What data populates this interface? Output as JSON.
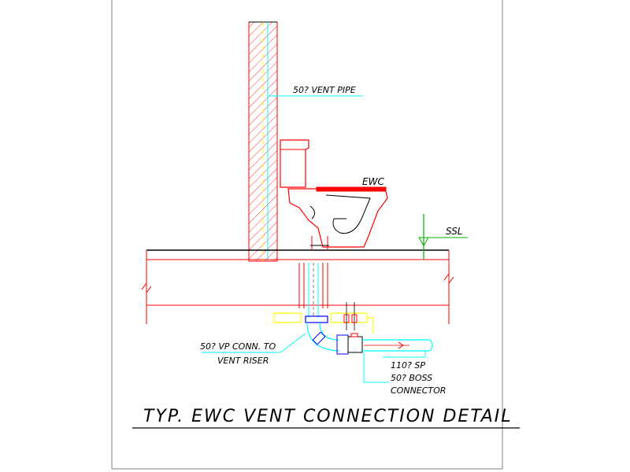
{
  "labels": {
    "vent_pipe": "50? VENT PIPE",
    "ewc": "EWC",
    "ssl": "SSL",
    "vp_conn_line1": "50? VP CONN. TO",
    "vp_conn_line2": "VENT RISER",
    "sp": "110? SP",
    "boss_line1": "50? BOSS",
    "boss_line2": "CONNECTOR"
  },
  "title": "TYP. EWC VENT CONNECTION DETAIL",
  "colors": {
    "red": "#ff0000",
    "cyan": "#00ffff",
    "yellow": "#ffff00",
    "black": "#000000",
    "gray": "#a0a0a0"
  }
}
